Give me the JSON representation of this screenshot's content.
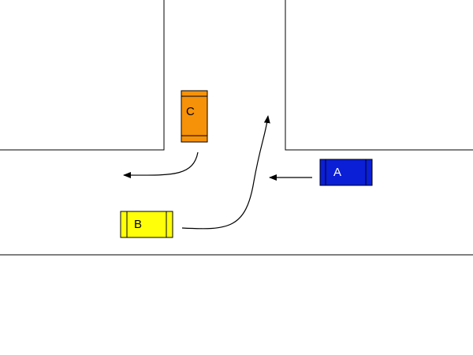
{
  "cars": {
    "a": {
      "label": "A",
      "color": "#0a1fd6",
      "text_color": "#ffffff"
    },
    "b": {
      "label": "B",
      "color": "#ffff0a",
      "text_color": "#000000"
    },
    "c": {
      "label": "C",
      "color": "#f5920a",
      "text_color": "#000000"
    }
  }
}
